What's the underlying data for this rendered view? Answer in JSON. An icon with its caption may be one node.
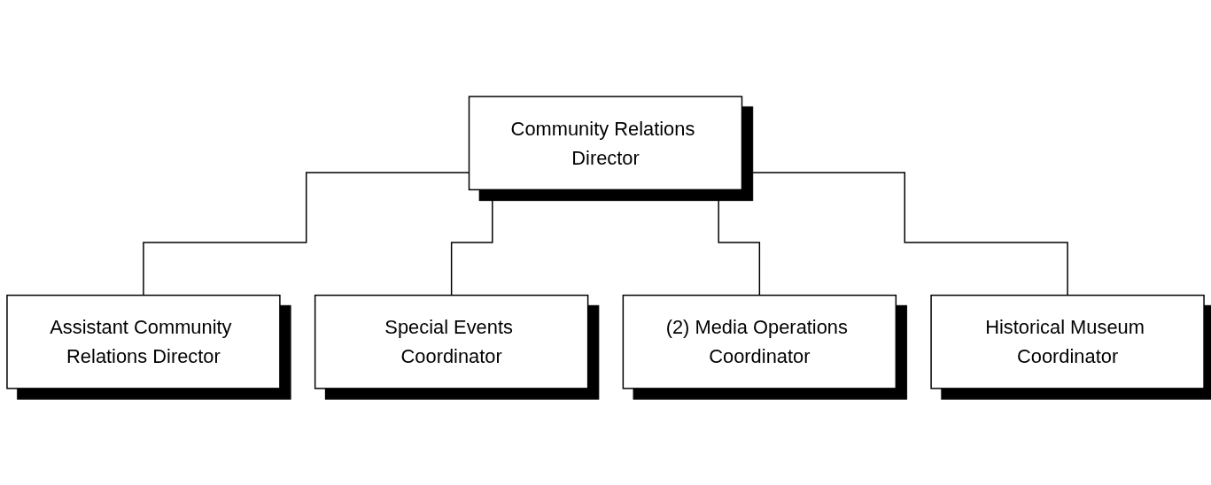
{
  "diagram": {
    "nodes": [
      {
        "text": [
          "Community Relations Director"
        ]
      },
      {
        "text": [
          "Assistant Community Relations Director"
        ]
      },
      {
        "text": [
          "Special Events Coordinator"
        ]
      },
      {
        "text": [
          "(2) Media Operations Coordinator"
        ]
      },
      {
        "text": [
          "Historical Museum Coordinator"
        ]
      }
    ],
    "edges": [
      {
        "from": 0,
        "to": 1,
        "arrow": "none"
      },
      {
        "from": 0,
        "to": 2,
        "arrow": "none"
      },
      {
        "from": 0,
        "to": 3,
        "arrow": "none"
      },
      {
        "from": 0,
        "to": 4,
        "arrow": "none"
      }
    ]
  }
}
